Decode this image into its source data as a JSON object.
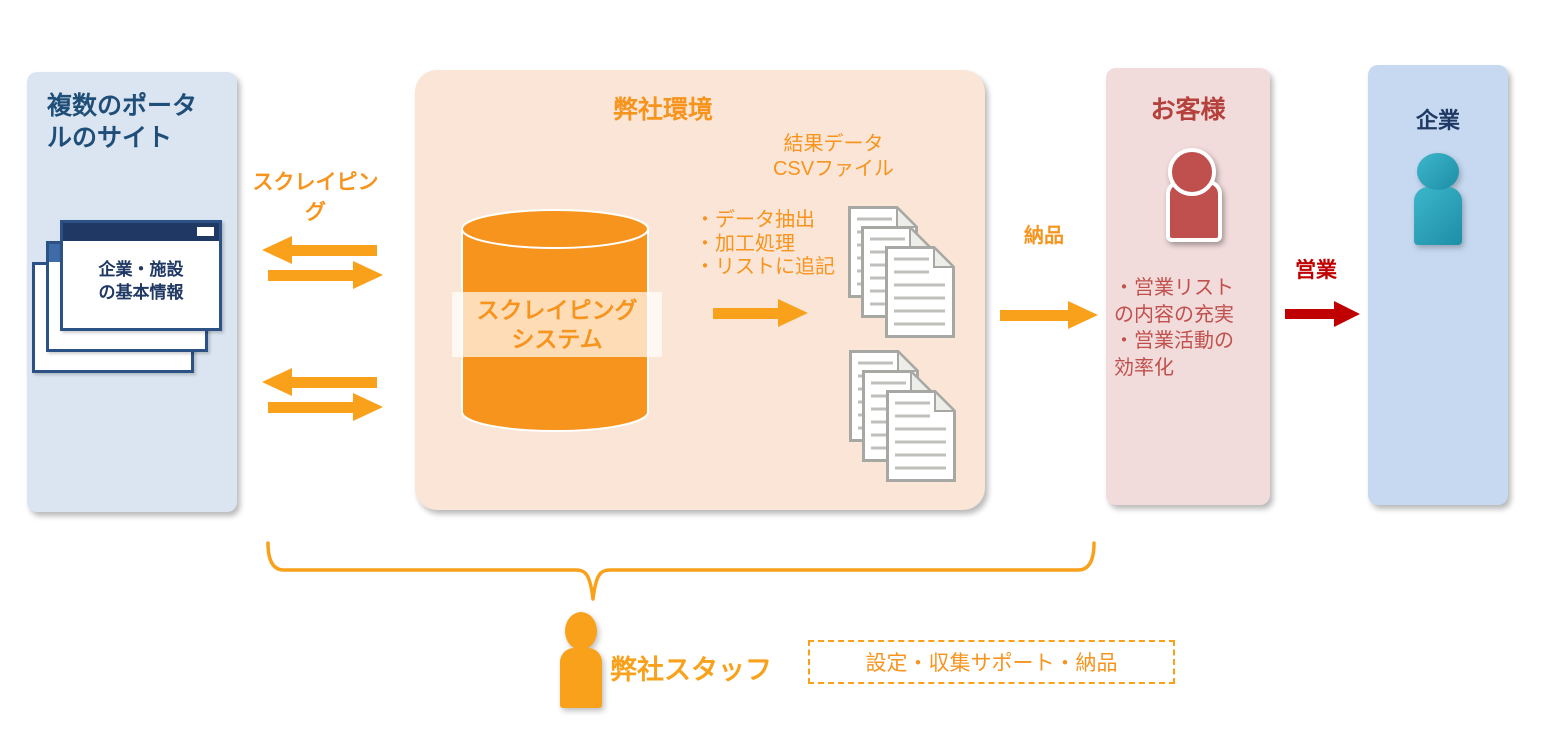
{
  "portal": {
    "title": "複数のポータ\nルのサイト",
    "window_label": "企業・施設\nの基本情報"
  },
  "flow_labels": {
    "scraping": "スクレイピング",
    "delivery": "納品",
    "sales": "営業"
  },
  "environment": {
    "title": "弊社環境",
    "system_label": "スクレイピング\nシステム",
    "process_bullets": [
      "・データ抽出",
      "・加工処理",
      "・リストに追記"
    ],
    "csv_label": "結果データ\nCSVファイル"
  },
  "customer": {
    "title": "お客様",
    "benefits": "・営業リスト\nの内容の充実\n・営業活動の\n効率化"
  },
  "company": {
    "title": "企業"
  },
  "staff": {
    "label": "弊社スタッフ",
    "support_note": "設定・収集サポート・納品"
  },
  "colors": {
    "orange": "#F9A11B",
    "orange_text": "#F7941E",
    "peach_bg": "#FBE5D6",
    "portal_bg": "#DBE5F1",
    "company_bg": "#C6D9F1",
    "customer_bg": "#F2DCDB",
    "navy": "#1F4E79",
    "window_navy": "#1F3864",
    "customer_title_red": "#B5413D",
    "customer_red": "#C0504D",
    "sales_red": "#C00000",
    "teal": "#2BA7BD"
  }
}
